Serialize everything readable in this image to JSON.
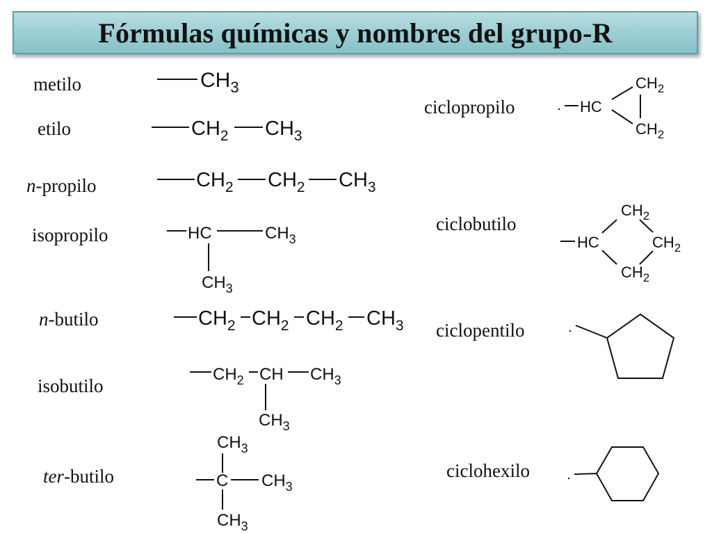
{
  "title": "Fórmulas químicas y nombres del grupo-R",
  "groups": {
    "metilo": {
      "name": "metilo"
    },
    "etilo": {
      "name": "etilo"
    },
    "npropilo": {
      "prefix": "n",
      "name": "-propilo"
    },
    "isopropilo": {
      "name": "isopropilo"
    },
    "nbutilo": {
      "prefix": "n",
      "name": "-butilo"
    },
    "isobutilo": {
      "name": "isobutilo"
    },
    "terbutilo": {
      "prefix": "ter",
      "name": "-butilo"
    },
    "ciclopropilo": {
      "name": "ciclopropilo"
    },
    "ciclobutilo": {
      "name": "ciclobutilo"
    },
    "ciclopentilo": {
      "name": "ciclopentilo"
    },
    "ciclohexilo": {
      "name": "ciclohexilo"
    }
  },
  "atoms": {
    "ch": "CH",
    "ch2": "CH",
    "ch3": "CH",
    "hc": "HC",
    "c": "C",
    "sub2": "2",
    "sub3": "3"
  }
}
